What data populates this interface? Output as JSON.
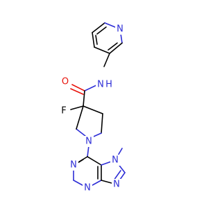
{
  "colors": {
    "nitrogen": "#2d2dd6",
    "oxygen": "#e8140c",
    "carbon": "#000000",
    "fluorine": "#000000",
    "background": "#ffffff"
  },
  "labels": {
    "pyridine_n": "N",
    "amide_o": "O",
    "amide_nh": "N",
    "amide_h": "H",
    "fluorine": "F",
    "pyrrolidine_n": "N",
    "purine_n7": "N",
    "methyl": "methyl",
    "purine_n1": "N",
    "purine_n3": "N",
    "purine_n9": "N"
  }
}
